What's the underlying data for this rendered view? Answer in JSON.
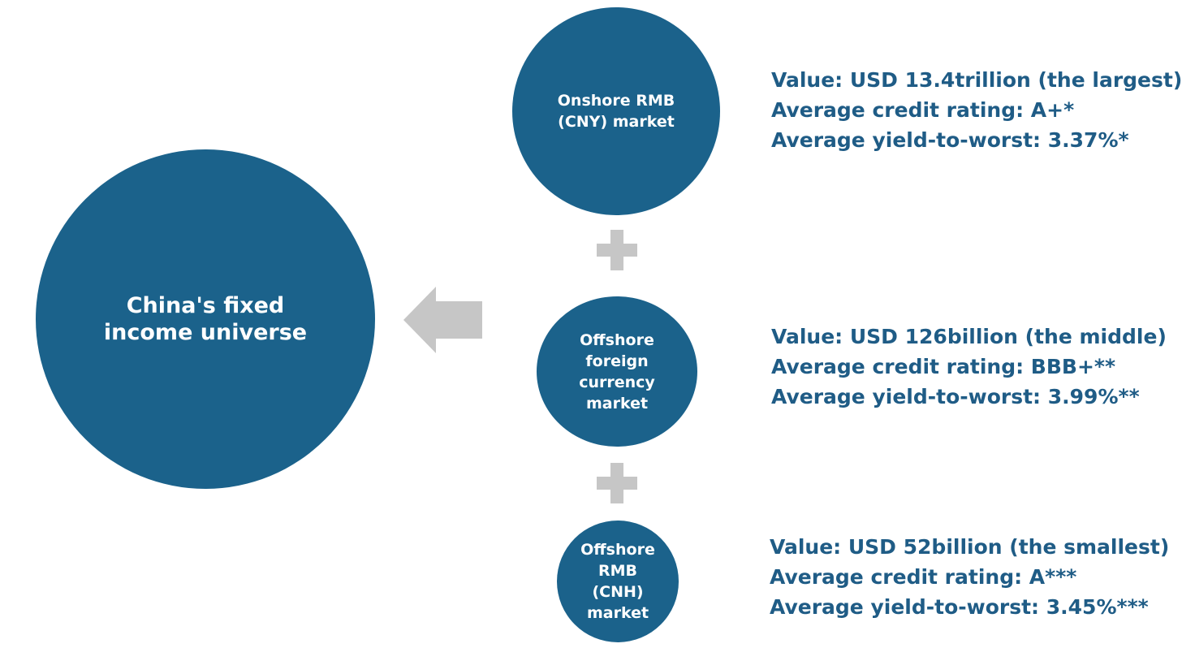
{
  "colors": {
    "circle": "#1b628b",
    "circle_text": "#ffffff",
    "info_text": "#1f5c86",
    "connector_gray": "#c6c6c6"
  },
  "main": {
    "label": "China's fixed income universe"
  },
  "markets": [
    {
      "label": "Onshore RMB (CNY) market",
      "value": "Value: USD 13.4trillion (the largest)",
      "rating": "Average credit rating: A+*",
      "yield": "Average yield-to-worst: 3.37%*"
    },
    {
      "label": "Offshore foreign currency market",
      "value": "Value: USD 126billion (the middle)",
      "rating": "Average credit rating: BBB+**",
      "yield": "Average yield-to-worst: 3.99%**"
    },
    {
      "label": "Offshore RMB (CNH) market",
      "value": "Value: USD 52billion (the smallest)",
      "rating": "Average credit rating: A***",
      "yield": "Average yield-to-worst: 3.45%***"
    }
  ],
  "icons": {
    "arrow": "left-arrow-icon",
    "plus": "plus-icon"
  }
}
